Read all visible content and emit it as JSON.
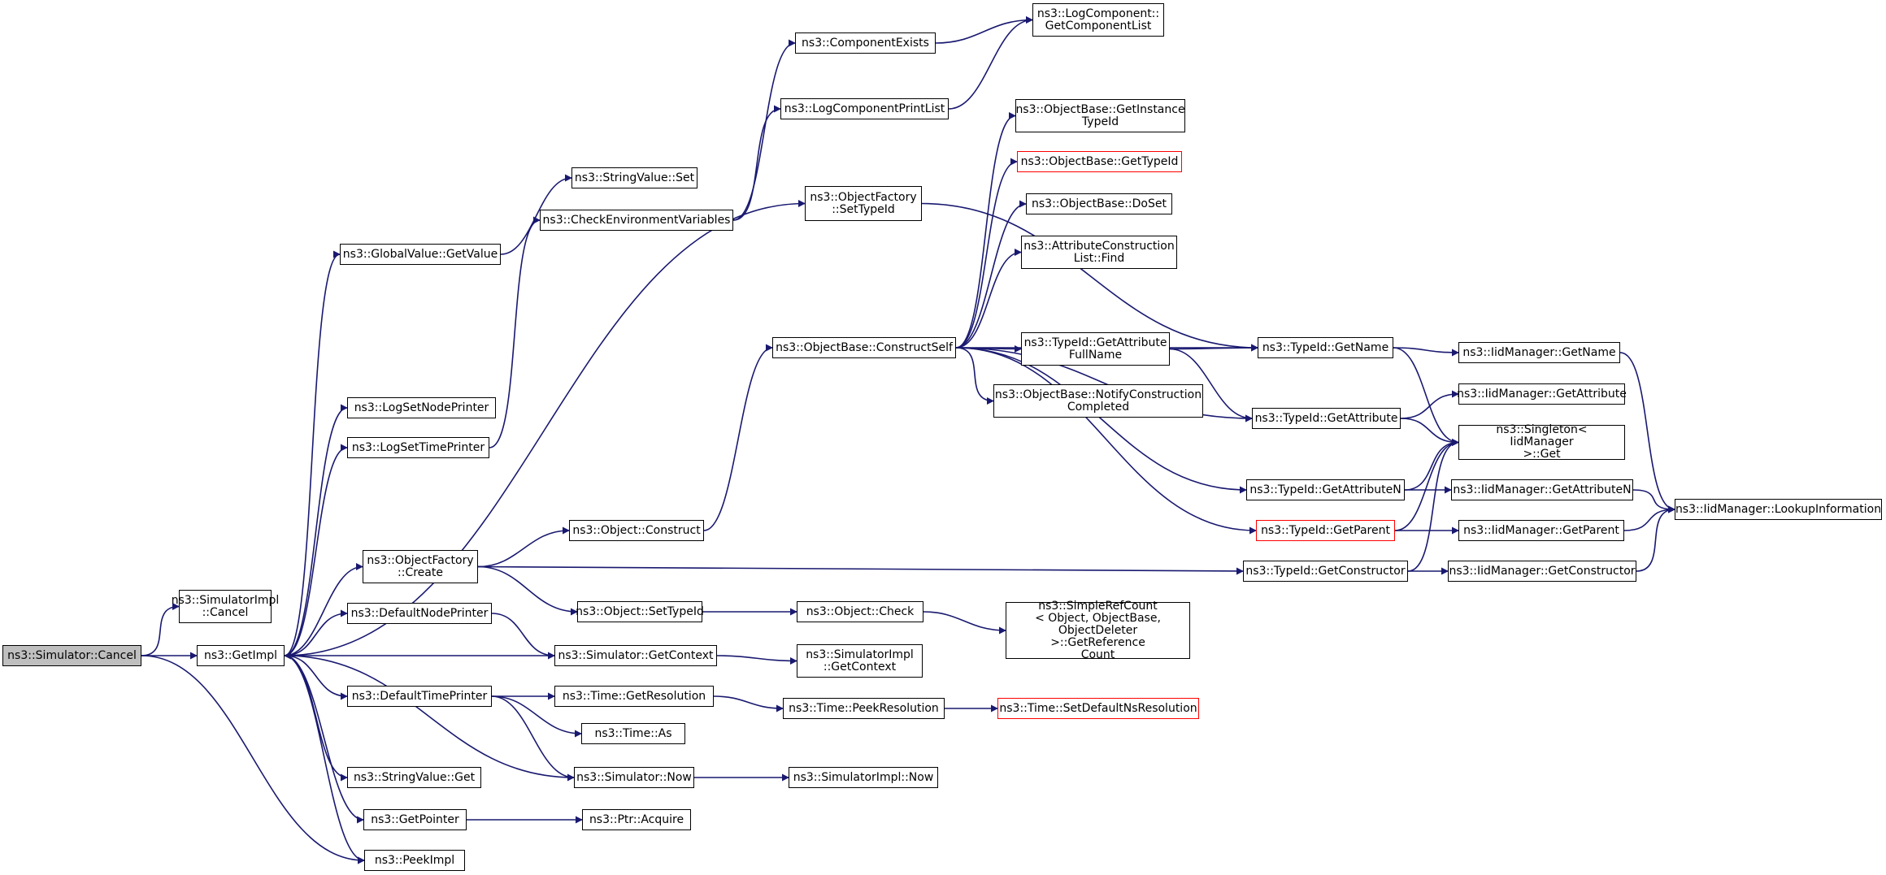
{
  "colors": {
    "edge": "#191970",
    "root_fill": "#bfbfbf",
    "truncated_border": "#ff0000",
    "border": "#000000"
  },
  "nodes": [
    {
      "id": "cancel",
      "label": "ns3::Simulator::Cancel",
      "style": "root"
    },
    {
      "id": "simimpl_cancel",
      "label": "ns3::SimulatorImpl\n::Cancel"
    },
    {
      "id": "getimpl",
      "label": "ns3::GetImpl"
    },
    {
      "id": "gv_getvalue",
      "label": "ns3::GlobalValue::GetValue"
    },
    {
      "id": "sv_set",
      "label": "ns3::StringValue::Set"
    },
    {
      "id": "check_env",
      "label": "ns3::CheckEnvironmentVariables"
    },
    {
      "id": "comp_exists",
      "label": "ns3::ComponentExists"
    },
    {
      "id": "lc_getlist",
      "label": "ns3::LogComponent::\nGetComponentList"
    },
    {
      "id": "lc_printlist",
      "label": "ns3::LogComponentPrintList"
    },
    {
      "id": "log_node_printer",
      "label": "ns3::LogSetNodePrinter"
    },
    {
      "id": "log_time_printer",
      "label": "ns3::LogSetTimePrinter"
    },
    {
      "id": "of_settypeid",
      "label": "ns3::ObjectFactory\n::SetTypeId"
    },
    {
      "id": "of_create",
      "label": "ns3::ObjectFactory\n::Create"
    },
    {
      "id": "obj_construct",
      "label": "ns3::Object::Construct"
    },
    {
      "id": "ob_constructself",
      "label": "ns3::ObjectBase::ConstructSelf"
    },
    {
      "id": "ob_getinstance",
      "label": "ns3::ObjectBase::GetInstance\nTypeId"
    },
    {
      "id": "ob_gettypeid",
      "label": "ns3::ObjectBase::GetTypeId",
      "style": "truncated"
    },
    {
      "id": "ob_doset",
      "label": "ns3::ObjectBase::DoSet"
    },
    {
      "id": "acl_find",
      "label": "ns3::AttributeConstruction\nList::Find"
    },
    {
      "id": "tid_getattrfullname",
      "label": "ns3::TypeId::GetAttribute\nFullName"
    },
    {
      "id": "ob_notify",
      "label": "ns3::ObjectBase::NotifyConstruction\nCompleted"
    },
    {
      "id": "tid_getname",
      "label": "ns3::TypeId::GetName"
    },
    {
      "id": "iid_getname",
      "label": "ns3::IidManager::GetName"
    },
    {
      "id": "iid_getattribute",
      "label": "ns3::IidManager::GetAttribute"
    },
    {
      "id": "tid_getattribute",
      "label": "ns3::TypeId::GetAttribute"
    },
    {
      "id": "singleton_get",
      "label": "ns3::Singleton< IidManager\n >::Get"
    },
    {
      "id": "tid_getattrn",
      "label": "ns3::TypeId::GetAttributeN"
    },
    {
      "id": "iid_getattrn",
      "label": "ns3::IidManager::GetAttributeN"
    },
    {
      "id": "iid_lookup",
      "label": "ns3::IidManager::LookupInformation"
    },
    {
      "id": "tid_getparent",
      "label": "ns3::TypeId::GetParent",
      "style": "truncated"
    },
    {
      "id": "iid_getparent",
      "label": "ns3::IidManager::GetParent"
    },
    {
      "id": "tid_getconstructor",
      "label": "ns3::TypeId::GetConstructor"
    },
    {
      "id": "iid_getconstructor",
      "label": "ns3::IidManager::GetConstructor"
    },
    {
      "id": "obj_settypeid",
      "label": "ns3::Object::SetTypeId"
    },
    {
      "id": "obj_check",
      "label": "ns3::Object::Check"
    },
    {
      "id": "simplerefcount",
      "label": "ns3::SimpleRefCount\n< Object, ObjectBase,\n ObjectDeleter >::GetReference\nCount"
    },
    {
      "id": "default_node_printer",
      "label": "ns3::DefaultNodePrinter"
    },
    {
      "id": "sim_getcontext",
      "label": "ns3::Simulator::GetContext"
    },
    {
      "id": "simimpl_getcontext",
      "label": "ns3::SimulatorImpl\n::GetContext"
    },
    {
      "id": "default_time_printer",
      "label": "ns3::DefaultTimePrinter"
    },
    {
      "id": "time_getres",
      "label": "ns3::Time::GetResolution"
    },
    {
      "id": "time_peekres",
      "label": "ns3::Time::PeekResolution"
    },
    {
      "id": "time_setdefault",
      "label": "ns3::Time::SetDefaultNsResolution",
      "style": "truncated"
    },
    {
      "id": "time_as",
      "label": "ns3::Time::As"
    },
    {
      "id": "sim_now",
      "label": "ns3::Simulator::Now"
    },
    {
      "id": "simimpl_now",
      "label": "ns3::SimulatorImpl::Now"
    },
    {
      "id": "sv_get",
      "label": "ns3::StringValue::Get"
    },
    {
      "id": "getpointer",
      "label": "ns3::GetPointer"
    },
    {
      "id": "ptr_acquire",
      "label": "ns3::Ptr::Acquire"
    },
    {
      "id": "peekimpl",
      "label": "ns3::PeekImpl"
    }
  ],
  "edges": [
    [
      "cancel",
      "simimpl_cancel"
    ],
    [
      "cancel",
      "getimpl"
    ],
    [
      "cancel",
      "peekimpl"
    ],
    [
      "getimpl",
      "gv_getvalue"
    ],
    [
      "getimpl",
      "log_node_printer"
    ],
    [
      "getimpl",
      "log_time_printer"
    ],
    [
      "getimpl",
      "of_settypeid"
    ],
    [
      "getimpl",
      "of_create"
    ],
    [
      "getimpl",
      "default_node_printer"
    ],
    [
      "getimpl",
      "default_time_printer"
    ],
    [
      "getimpl",
      "sv_get"
    ],
    [
      "getimpl",
      "getpointer"
    ],
    [
      "getimpl",
      "peekimpl"
    ],
    [
      "gv_getvalue",
      "sv_set"
    ],
    [
      "check_env",
      "comp_exists"
    ],
    [
      "check_env",
      "lc_printlist"
    ],
    [
      "comp_exists",
      "lc_getlist"
    ],
    [
      "lc_printlist",
      "lc_getlist"
    ],
    [
      "log_time_printer",
      "check_env"
    ],
    [
      "of_settypeid",
      "tid_getname"
    ],
    [
      "of_create",
      "obj_construct"
    ],
    [
      "of_create",
      "obj_settypeid"
    ],
    [
      "of_create",
      "tid_getconstructor"
    ],
    [
      "obj_construct",
      "ob_constructself"
    ],
    [
      "ob_constructself",
      "ob_getinstance"
    ],
    [
      "ob_constructself",
      "ob_gettypeid"
    ],
    [
      "ob_constructself",
      "ob_doset"
    ],
    [
      "ob_constructself",
      "acl_find"
    ],
    [
      "ob_constructself",
      "tid_getname"
    ],
    [
      "ob_constructself",
      "tid_getattrfullname"
    ],
    [
      "ob_constructself",
      "ob_notify"
    ],
    [
      "ob_constructself",
      "tid_getattribute"
    ],
    [
      "ob_constructself",
      "tid_getattrn"
    ],
    [
      "ob_constructself",
      "tid_getparent"
    ],
    [
      "tid_getattrfullname",
      "tid_getname"
    ],
    [
      "tid_getattrfullname",
      "tid_getattribute"
    ],
    [
      "tid_getname",
      "iid_getname"
    ],
    [
      "tid_getname",
      "singleton_get"
    ],
    [
      "iid_getname",
      "iid_lookup"
    ],
    [
      "tid_getattribute",
      "iid_getattribute"
    ],
    [
      "tid_getattribute",
      "singleton_get"
    ],
    [
      "tid_getattrn",
      "iid_getattrn"
    ],
    [
      "tid_getattrn",
      "singleton_get"
    ],
    [
      "iid_getattrn",
      "iid_lookup"
    ],
    [
      "tid_getparent",
      "iid_getparent"
    ],
    [
      "tid_getparent",
      "singleton_get"
    ],
    [
      "iid_getparent",
      "iid_lookup"
    ],
    [
      "tid_getconstructor",
      "iid_getconstructor"
    ],
    [
      "tid_getconstructor",
      "singleton_get"
    ],
    [
      "iid_getconstructor",
      "iid_lookup"
    ],
    [
      "obj_settypeid",
      "obj_check"
    ],
    [
      "obj_check",
      "simplerefcount"
    ],
    [
      "default_node_printer",
      "sim_getcontext"
    ],
    [
      "sim_getcontext",
      "getimpl"
    ],
    [
      "sim_getcontext",
      "simimpl_getcontext"
    ],
    [
      "default_time_printer",
      "time_getres"
    ],
    [
      "default_time_printer",
      "time_as"
    ],
    [
      "default_time_printer",
      "sim_now"
    ],
    [
      "time_getres",
      "time_peekres"
    ],
    [
      "time_peekres",
      "time_setdefault"
    ],
    [
      "sim_now",
      "getimpl"
    ],
    [
      "sim_now",
      "simimpl_now"
    ],
    [
      "getpointer",
      "ptr_acquire"
    ]
  ]
}
